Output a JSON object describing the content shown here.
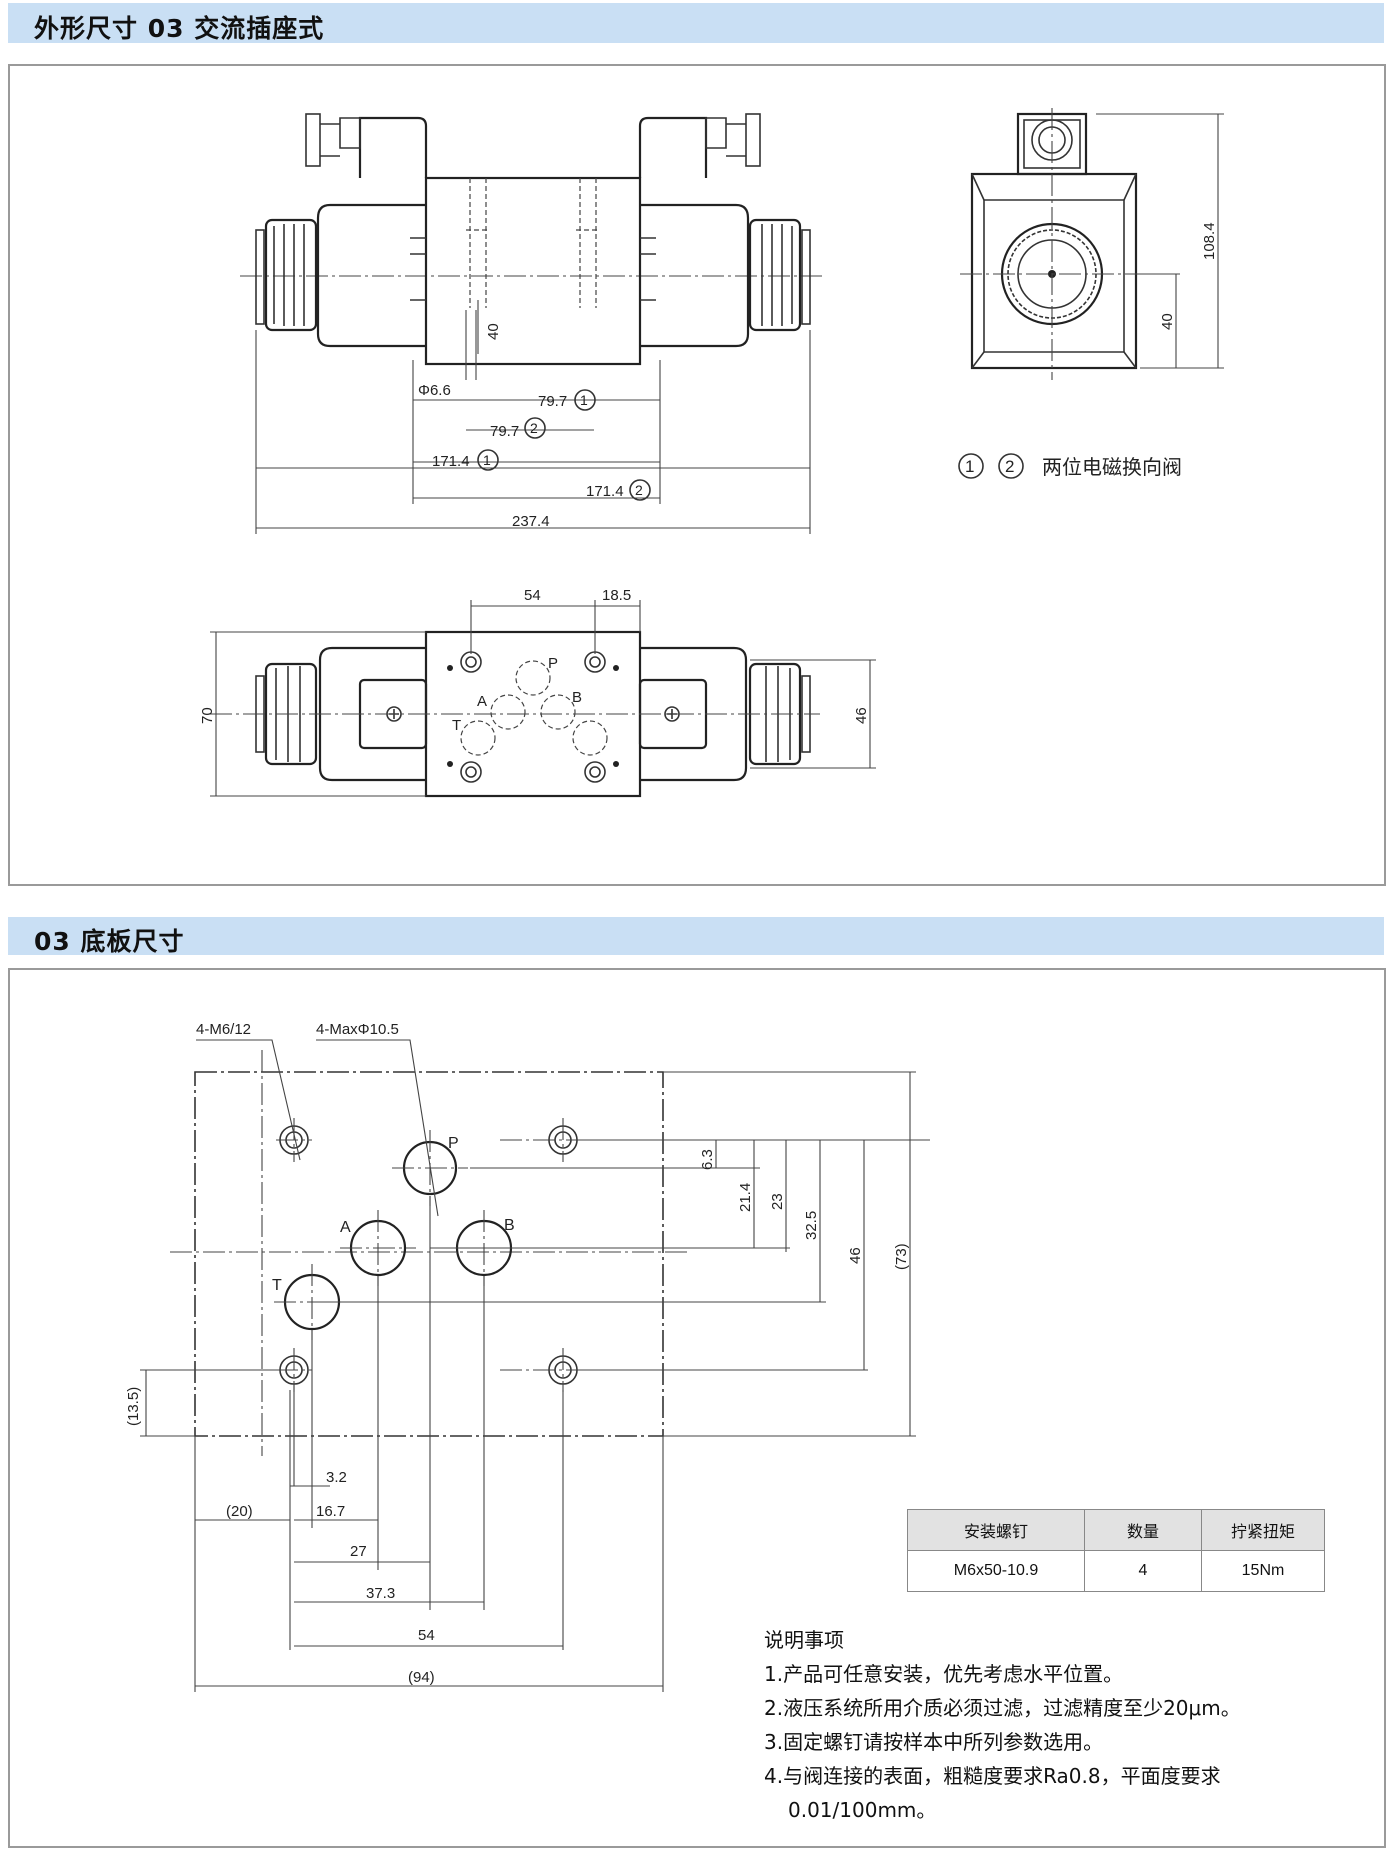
{
  "section1": {
    "title": "外形尺寸 03 交流插座式"
  },
  "section2": {
    "title": "03 底板尺寸"
  },
  "front_view": {
    "dims": [
      "40",
      "Φ6.6",
      "79.7",
      "79.7",
      "171.4",
      "171.4",
      "237.4"
    ],
    "circ1": "1",
    "circ2": "2"
  },
  "side_view": {
    "dims": [
      "108.4",
      "40"
    ]
  },
  "legend": {
    "circ1": "1",
    "circ2": "2",
    "text": "两位电磁换向阀"
  },
  "top_view": {
    "dims": [
      "54",
      "18.5",
      "70",
      "46"
    ],
    "ports": [
      "P",
      "A",
      "B",
      "T"
    ]
  },
  "base_plate": {
    "callouts": [
      "4-M6/12",
      "4-MaxΦ10.5"
    ],
    "ports": [
      "P",
      "A",
      "B",
      "T"
    ],
    "vdims": [
      "6.3",
      "21.4",
      "23",
      "32.5",
      "46",
      "(73)",
      "(13.5)"
    ],
    "hdims": [
      "3.2",
      "(20)",
      "16.7",
      "27",
      "37.3",
      "54",
      "(94)"
    ]
  },
  "spec_table": {
    "headers": [
      "安装螺钉",
      "数量",
      "拧紧扭矩"
    ],
    "row": [
      "M6x50-10.9",
      "4",
      "15Nm"
    ]
  },
  "notes": {
    "title": "说明事项",
    "items": [
      "1.产品可任意安装，优先考虑水平位置。",
      "2.液压系统所用介质必须过滤，过滤精度至少20μm。",
      "3.固定螺钉请按样本中所列参数选用。",
      "4.与阀连接的表面，粗糙度要求Ra0.8，平面度要求",
      "0.01/100mm。"
    ]
  }
}
